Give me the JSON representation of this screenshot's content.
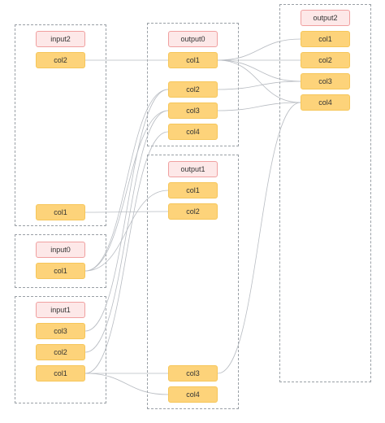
{
  "tables": {
    "input2": {
      "title": "input2",
      "cols": [
        "col2",
        "col1"
      ]
    },
    "input0": {
      "title": "input0",
      "cols": [
        "col1"
      ]
    },
    "input1": {
      "title": "input1",
      "cols": [
        "col3",
        "col2",
        "col1"
      ]
    },
    "output0": {
      "title": "output0",
      "cols": [
        "col1",
        "col2",
        "col3",
        "col4"
      ]
    },
    "output1": {
      "title": "output1",
      "cols": [
        "col1",
        "col2",
        "col3",
        "col4"
      ]
    },
    "output2": {
      "title": "output2",
      "cols": [
        "col1",
        "col2",
        "col3",
        "col4"
      ]
    }
  },
  "edges": [
    [
      "input2.col2",
      "output0.col1"
    ],
    [
      "input2.col1",
      "output1.col2"
    ],
    [
      "input0.col1",
      "output0.col2"
    ],
    [
      "input0.col1",
      "output0.col3"
    ],
    [
      "input0.col1",
      "output1.col1"
    ],
    [
      "input1.col3",
      "output0.col2"
    ],
    [
      "input1.col2",
      "output0.col3"
    ],
    [
      "input1.col1",
      "output0.col4"
    ],
    [
      "input1.col1",
      "output1.col3"
    ],
    [
      "input1.col1",
      "output1.col4"
    ],
    [
      "output0.col1",
      "output2.col1"
    ],
    [
      "output0.col1",
      "output2.col2"
    ],
    [
      "output0.col1",
      "output2.col3"
    ],
    [
      "output0.col1",
      "output2.col4"
    ],
    [
      "output0.col2",
      "output2.col3"
    ],
    [
      "output0.col3",
      "output2.col4"
    ],
    [
      "output1.col3",
      "output2.col4"
    ]
  ]
}
